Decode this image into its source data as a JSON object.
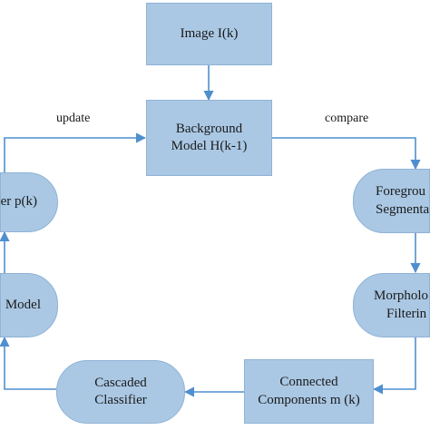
{
  "nodes": {
    "image": {
      "line1": "Image I(k)"
    },
    "background_model": {
      "line1": "Background",
      "line2": "Model H(k-1)"
    },
    "foreground_segmentation": {
      "line1": "Foregrou",
      "line2": "Segmenta"
    },
    "morphological_filtering": {
      "line1": "Morpholo",
      "line2": "Filterin"
    },
    "connected_components": {
      "line1": "Connected",
      "line2": "Components m (k)"
    },
    "cascaded_classifier": {
      "line1": "Cascaded",
      "line2": "Classifier"
    },
    "model": {
      "line1": "Model"
    },
    "updater": {
      "line1": "er p(k)"
    }
  },
  "edge_labels": {
    "update": "update",
    "compare": "compare"
  },
  "colors": {
    "node_fill": "#aac8e4",
    "edge": "#4f8fcf"
  }
}
